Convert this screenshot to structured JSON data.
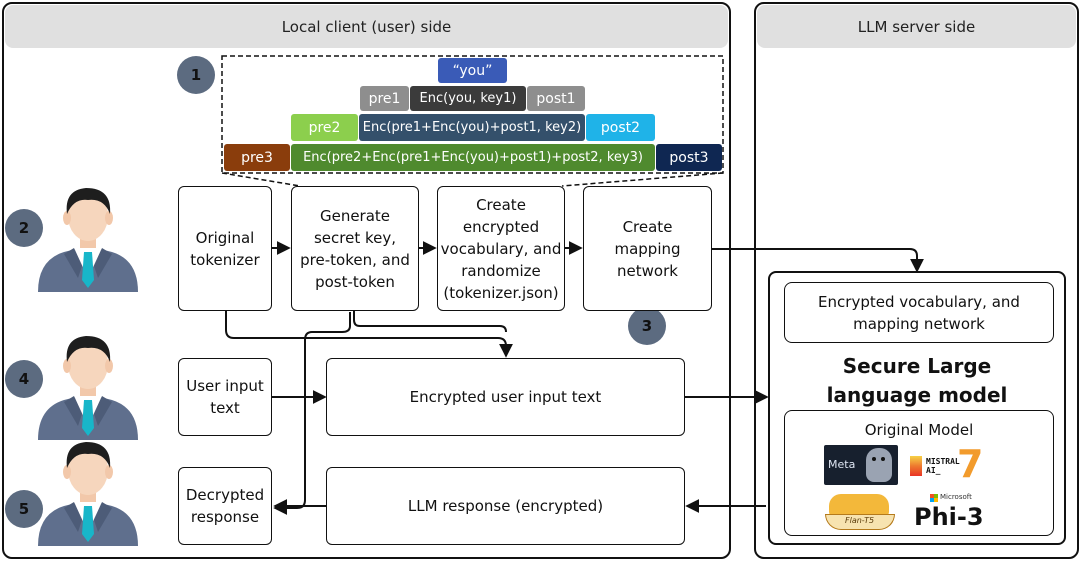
{
  "sections": {
    "client_title": "Local client (user) side",
    "server_title": "LLM server side"
  },
  "steps": [
    "1",
    "2",
    "3",
    "4",
    "5"
  ],
  "tokens": {
    "you": "“you”",
    "pre1": "pre1",
    "enc1": "Enc(you, key1)",
    "post1": "post1",
    "pre2": "pre2",
    "enc2": "Enc(pre1+Enc(you)+post1, key2)",
    "post2": "post2",
    "pre3": "pre3",
    "enc3": "Enc(pre2+Enc(pre1+Enc(you)+post1)+post2, key3)",
    "post3": "post3"
  },
  "process": {
    "original_tokenizer": "Original tokenizer",
    "generate_key": "Generate secret key, pre-token, and post-token",
    "create_vocab": "Create encrypted vocabulary, and randomize (tokenizer.json)",
    "create_mapping": "Create mapping network",
    "user_input": "User input text",
    "encrypted_input": "Encrypted user input text",
    "decrypted_response": "Decrypted response",
    "llm_response": "LLM response (encrypted)"
  },
  "server": {
    "vocab_mapping": "Encrypted vocabulary, and mapping network",
    "secure_llm": "Secure Large language model",
    "original_model": "Original Model",
    "logos": {
      "meta": "Meta",
      "mistral": "MISTRAL AI_",
      "mistral_num": "7",
      "flan": "Flan-T5",
      "microsoft": "Microsoft",
      "phi": "Phi-3"
    }
  },
  "colors": {
    "you": "#3a5bb7",
    "pre1": "#8e8e8e",
    "enc1": "#3b3b3b",
    "post1": "#8e8e8e",
    "pre2": "#8ccf4d",
    "enc2": "#34506b",
    "post2": "#1fb3e8",
    "pre3": "#8a3d0c",
    "enc3": "#4f8a2e",
    "post3": "#0f2752",
    "step_circle": "#5c6b80"
  }
}
